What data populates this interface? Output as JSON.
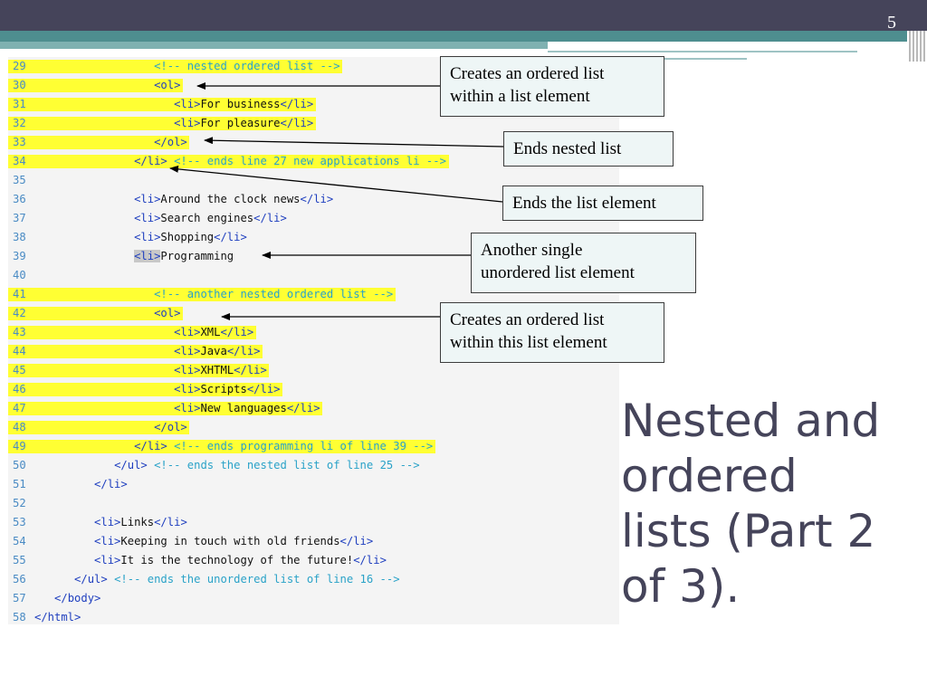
{
  "slide": {
    "page_number": "5",
    "title_lines": [
      "Nested and",
      "ordered",
      "lists (Part 2",
      "of 3)."
    ]
  },
  "code_lines": [
    {
      "ln": "29",
      "hl": true,
      "segs": [
        {
          "t": "                  ",
          "s": "k"
        },
        {
          "t": "<!-- nested ordered list -->",
          "s": "c"
        }
      ]
    },
    {
      "ln": "30",
      "hl": true,
      "segs": [
        {
          "t": "                  ",
          "s": "k"
        },
        {
          "t": "<ol>",
          "s": "t"
        }
      ]
    },
    {
      "ln": "31",
      "hl": true,
      "segs": [
        {
          "t": "                     ",
          "s": "k"
        },
        {
          "t": "<li>",
          "s": "t"
        },
        {
          "t": "For business",
          "s": "k"
        },
        {
          "t": "</li>",
          "s": "t"
        }
      ]
    },
    {
      "ln": "32",
      "hl": true,
      "segs": [
        {
          "t": "                     ",
          "s": "k"
        },
        {
          "t": "<li>",
          "s": "t"
        },
        {
          "t": "For pleasure",
          "s": "k"
        },
        {
          "t": "</li>",
          "s": "t"
        }
      ]
    },
    {
      "ln": "33",
      "hl": true,
      "segs": [
        {
          "t": "                  ",
          "s": "k"
        },
        {
          "t": "</ol>",
          "s": "t"
        }
      ]
    },
    {
      "ln": "34",
      "hl": true,
      "segs": [
        {
          "t": "               ",
          "s": "k"
        },
        {
          "t": "</li>",
          "s": "t"
        },
        {
          "t": " ",
          "s": "k"
        },
        {
          "t": "<!-- ends line 27 new applications li -->",
          "s": "c"
        }
      ]
    },
    {
      "ln": "35",
      "hl": false,
      "segs": []
    },
    {
      "ln": "36",
      "hl": false,
      "segs": [
        {
          "t": "               ",
          "s": "k"
        },
        {
          "t": "<li>",
          "s": "t"
        },
        {
          "t": "Around the clock news",
          "s": "k"
        },
        {
          "t": "</li>",
          "s": "t"
        }
      ]
    },
    {
      "ln": "37",
      "hl": false,
      "segs": [
        {
          "t": "               ",
          "s": "k"
        },
        {
          "t": "<li>",
          "s": "t"
        },
        {
          "t": "Search engines",
          "s": "k"
        },
        {
          "t": "</li>",
          "s": "t"
        }
      ]
    },
    {
      "ln": "38",
      "hl": false,
      "segs": [
        {
          "t": "               ",
          "s": "k"
        },
        {
          "t": "<li>",
          "s": "t"
        },
        {
          "t": "Shopping",
          "s": "k"
        },
        {
          "t": "</li>",
          "s": "t"
        }
      ]
    },
    {
      "ln": "39",
      "hl": false,
      "segs": [
        {
          "t": "               ",
          "s": "k"
        },
        {
          "t": "<li>",
          "s": "t sel"
        },
        {
          "t": "Programming",
          "s": "k"
        }
      ]
    },
    {
      "ln": "40",
      "hl": false,
      "segs": []
    },
    {
      "ln": "41",
      "hl": true,
      "segs": [
        {
          "t": "                  ",
          "s": "k"
        },
        {
          "t": "<!-- another nested ordered list -->",
          "s": "c"
        }
      ]
    },
    {
      "ln": "42",
      "hl": true,
      "segs": [
        {
          "t": "                  ",
          "s": "k"
        },
        {
          "t": "<ol>",
          "s": "t"
        }
      ]
    },
    {
      "ln": "43",
      "hl": true,
      "segs": [
        {
          "t": "                     ",
          "s": "k"
        },
        {
          "t": "<li>",
          "s": "t"
        },
        {
          "t": "XML",
          "s": "k"
        },
        {
          "t": "</li>",
          "s": "t"
        }
      ]
    },
    {
      "ln": "44",
      "hl": true,
      "segs": [
        {
          "t": "                     ",
          "s": "k"
        },
        {
          "t": "<li>",
          "s": "t"
        },
        {
          "t": "Java",
          "s": "k"
        },
        {
          "t": "</li>",
          "s": "t"
        }
      ]
    },
    {
      "ln": "45",
      "hl": true,
      "segs": [
        {
          "t": "                     ",
          "s": "k"
        },
        {
          "t": "<li>",
          "s": "t"
        },
        {
          "t": "XHTML",
          "s": "k"
        },
        {
          "t": "</li>",
          "s": "t"
        }
      ]
    },
    {
      "ln": "46",
      "hl": true,
      "segs": [
        {
          "t": "                     ",
          "s": "k"
        },
        {
          "t": "<li>",
          "s": "t"
        },
        {
          "t": "Scripts",
          "s": "k"
        },
        {
          "t": "</li>",
          "s": "t"
        }
      ]
    },
    {
      "ln": "47",
      "hl": true,
      "segs": [
        {
          "t": "                     ",
          "s": "k"
        },
        {
          "t": "<li>",
          "s": "t"
        },
        {
          "t": "New languages",
          "s": "k"
        },
        {
          "t": "</li>",
          "s": "t"
        }
      ]
    },
    {
      "ln": "48",
      "hl": true,
      "segs": [
        {
          "t": "                  ",
          "s": "k"
        },
        {
          "t": "</ol>",
          "s": "t"
        }
      ]
    },
    {
      "ln": "49",
      "hl": true,
      "segs": [
        {
          "t": "               ",
          "s": "k"
        },
        {
          "t": "</li>",
          "s": "t"
        },
        {
          "t": " ",
          "s": "k"
        },
        {
          "t": "<!-- ends programming li of line 39 -->",
          "s": "c"
        }
      ]
    },
    {
      "ln": "50",
      "hl": false,
      "segs": [
        {
          "t": "            ",
          "s": "k"
        },
        {
          "t": "</ul>",
          "s": "t"
        },
        {
          "t": " ",
          "s": "k"
        },
        {
          "t": "<!-- ends the nested list of line 25 -->",
          "s": "c"
        }
      ]
    },
    {
      "ln": "51",
      "hl": false,
      "segs": [
        {
          "t": "         ",
          "s": "k"
        },
        {
          "t": "</li>",
          "s": "t"
        }
      ]
    },
    {
      "ln": "52",
      "hl": false,
      "segs": []
    },
    {
      "ln": "53",
      "hl": false,
      "segs": [
        {
          "t": "         ",
          "s": "k"
        },
        {
          "t": "<li>",
          "s": "t"
        },
        {
          "t": "Links",
          "s": "k"
        },
        {
          "t": "</li>",
          "s": "t"
        }
      ]
    },
    {
      "ln": "54",
      "hl": false,
      "segs": [
        {
          "t": "         ",
          "s": "k"
        },
        {
          "t": "<li>",
          "s": "t"
        },
        {
          "t": "Keeping in touch with old friends",
          "s": "k"
        },
        {
          "t": "</li>",
          "s": "t"
        }
      ]
    },
    {
      "ln": "55",
      "hl": false,
      "segs": [
        {
          "t": "         ",
          "s": "k"
        },
        {
          "t": "<li>",
          "s": "t"
        },
        {
          "t": "It is the technology of the future!",
          "s": "k"
        },
        {
          "t": "</li>",
          "s": "t"
        }
      ]
    },
    {
      "ln": "56",
      "hl": false,
      "segs": [
        {
          "t": "      ",
          "s": "k"
        },
        {
          "t": "</ul>",
          "s": "t"
        },
        {
          "t": " ",
          "s": "k"
        },
        {
          "t": "<!-- ends the unordered list of line 16 -->",
          "s": "c"
        }
      ]
    },
    {
      "ln": "57",
      "hl": false,
      "segs": [
        {
          "t": "   ",
          "s": "k"
        },
        {
          "t": "</body>",
          "s": "t"
        }
      ]
    },
    {
      "ln": "58",
      "hl": false,
      "segs": [
        {
          "t": "</html>",
          "s": "t"
        }
      ]
    }
  ],
  "callouts": [
    {
      "id": "ordered-list-within-list-element",
      "lines": [
        "Creates an ordered list",
        "within a list element"
      ]
    },
    {
      "id": "ends-nested-list",
      "lines": [
        "Ends nested list"
      ]
    },
    {
      "id": "ends-list-element",
      "lines": [
        "Ends the list element"
      ]
    },
    {
      "id": "single-unordered-list-element",
      "lines": [
        "Another single",
        "unordered list element"
      ]
    },
    {
      "id": "ordered-list-within-this-element",
      "lines": [
        "Creates an ordered list",
        "within this list element"
      ]
    }
  ]
}
